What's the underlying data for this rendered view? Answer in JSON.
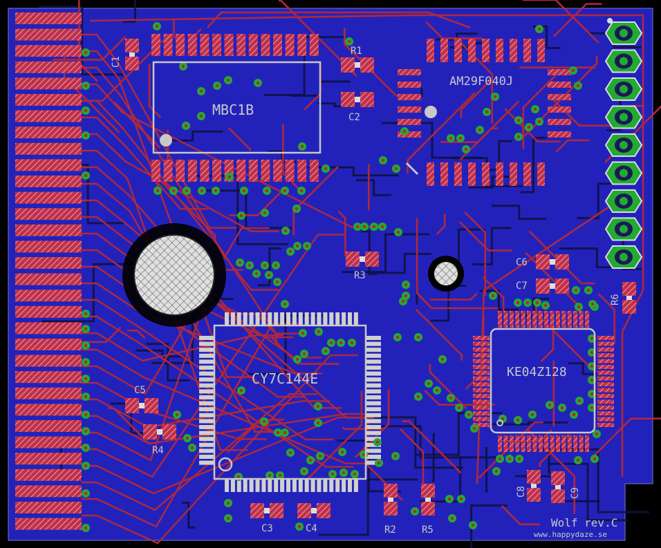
{
  "board": {
    "colors": {
      "background": "#000000",
      "board_fill": "#2222bb",
      "trace_top": "#b0283c",
      "trace_bottom": "#1a1a88",
      "pad_fill": "#c0304a",
      "pad_hatch": "#e7a0ae",
      "via_outer": "#22aa33",
      "via_inner": "#bb2233",
      "silkscreen": "#c8c8c8",
      "header_pad": "#22aa33"
    }
  },
  "labels": {
    "mbc1b": "MBC1B",
    "am29": "AM29F040J",
    "cy7c144e": "CY7C144E",
    "ke04z128": "KE04Z128",
    "c1": "C1",
    "c2": "C2",
    "c3": "C3",
    "c4": "C4",
    "c5": "C5",
    "c6": "C6",
    "c7": "C7",
    "c8": "C8",
    "c9": "C9",
    "r1": "R1",
    "r2": "R2",
    "r3": "R3",
    "r4": "R4",
    "r5": "R5",
    "r6": "R6",
    "title": "Wolf rev.C",
    "url": "www.happydaze.se"
  }
}
